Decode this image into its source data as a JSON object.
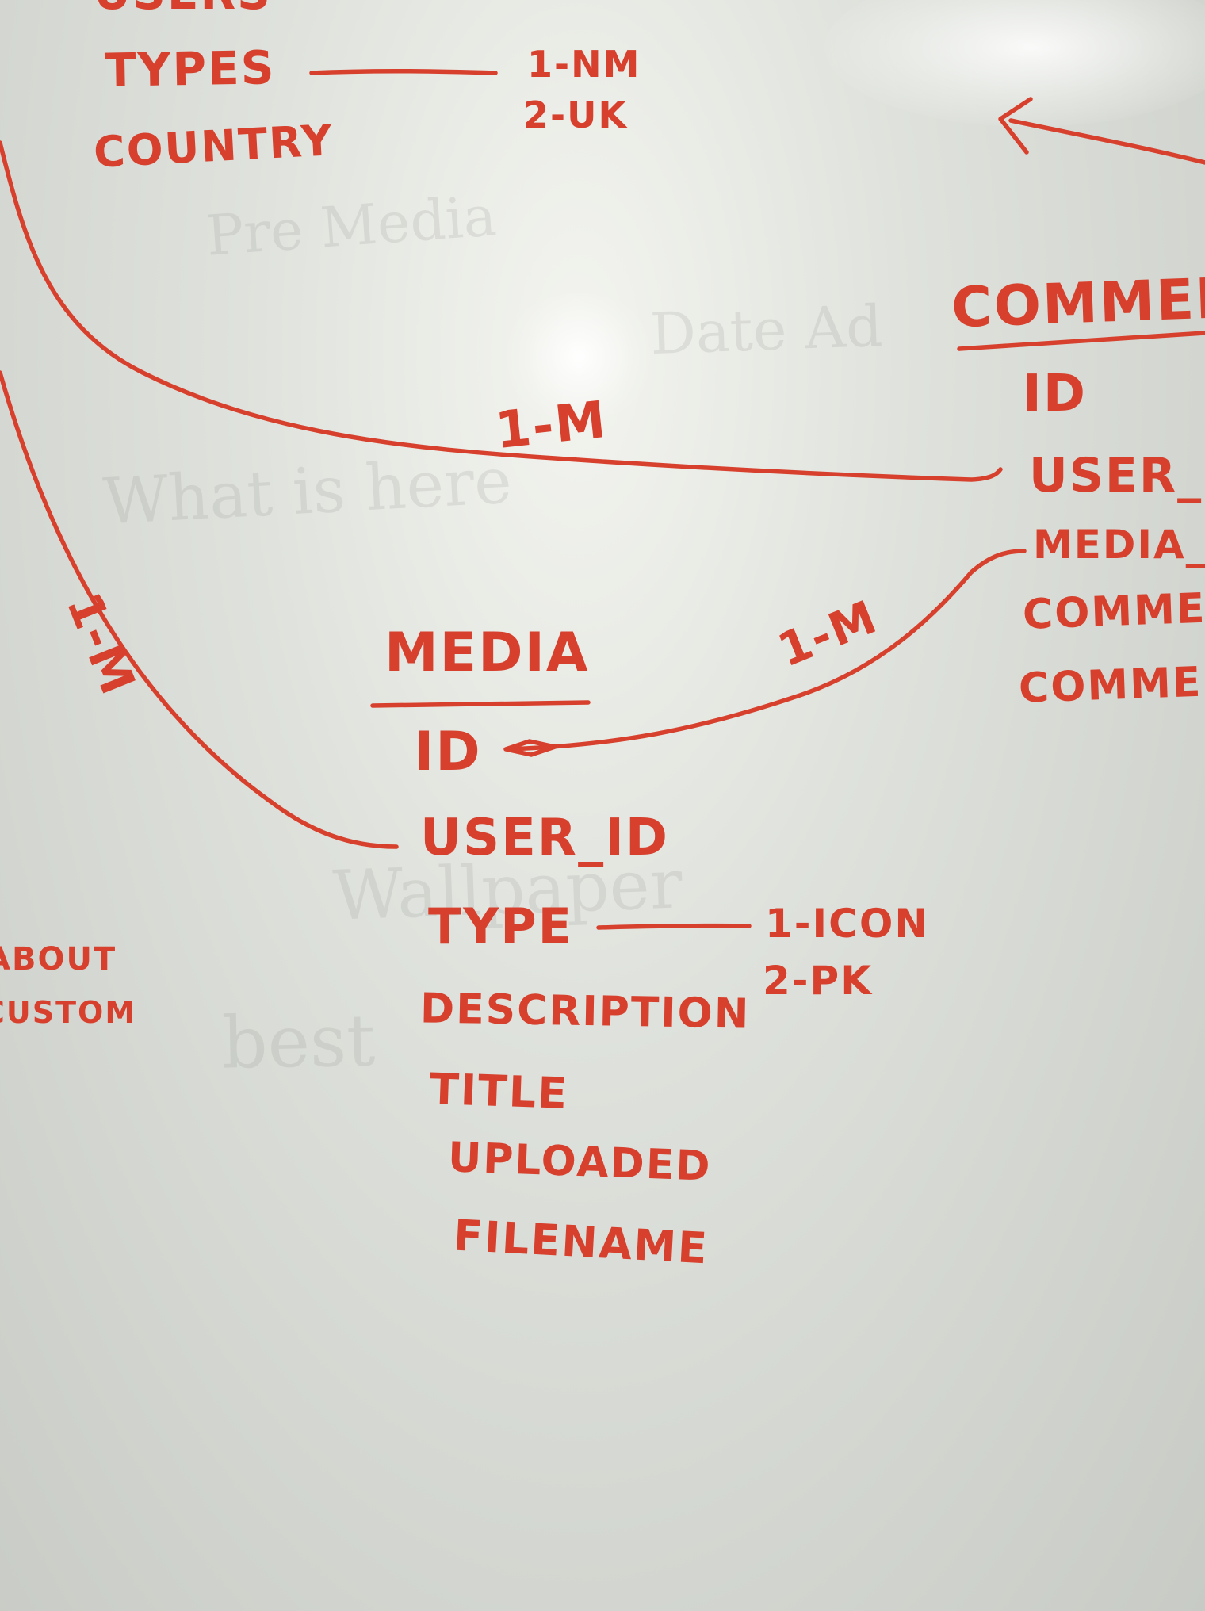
{
  "colors": {
    "ink": "#d8402e",
    "board": "#dfe2dc"
  },
  "users_partial": {
    "header_fragment": "USERS",
    "fields": [
      "TYPES",
      "COUNTRY"
    ],
    "type_values": [
      "1-NM",
      "2-UK"
    ]
  },
  "comments_table": {
    "title": "COMMENTS",
    "fields": [
      "ID",
      "USER_",
      "MEDIA_",
      "COMMEN",
      "COMMEN"
    ]
  },
  "media_table": {
    "title": "MEDIA",
    "fields": [
      "ID",
      "USER_ID",
      "TYPE",
      "DESCRIPTION",
      "TITLE",
      "UPLOADED",
      "FILENAME"
    ],
    "type_values": [
      "1-ICON",
      "2-PK"
    ]
  },
  "relations": {
    "users_to_comments": "1-M",
    "users_to_media": "1-M",
    "media_to_comments": "1-M"
  },
  "left_margin_notes": [
    "ABOUT",
    "CUSTOM"
  ]
}
